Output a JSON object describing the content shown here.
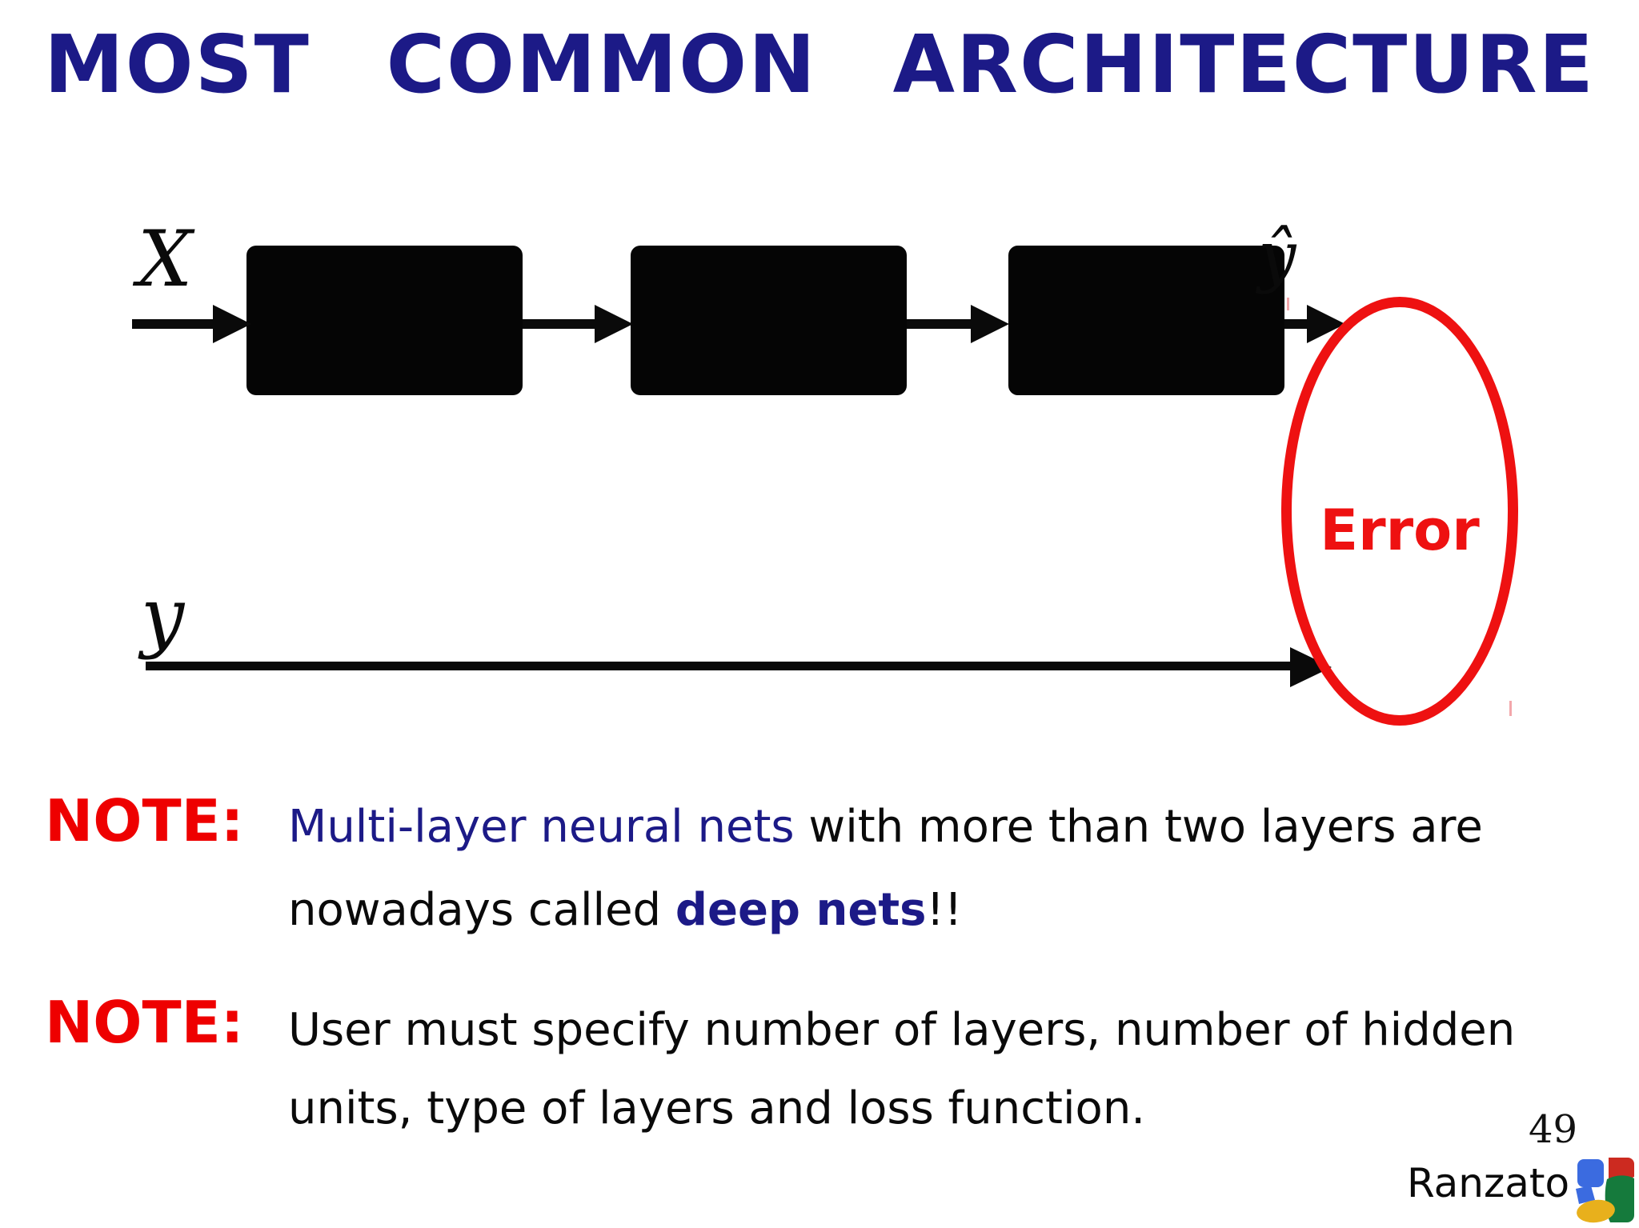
{
  "slide": {
    "title": "MOST COMMON ARCHITECTURE",
    "page_number": "49",
    "author": "Ranzato"
  },
  "diagram": {
    "input_label": "X",
    "prediction_label": "ŷ",
    "target_label": "y",
    "error_label": "Error",
    "num_layer_boxes": 3
  },
  "notes": {
    "first": {
      "label": "NOTE:",
      "line1_highlight": "Multi-layer neural nets",
      "line1_rest": " with more than two layers are",
      "line2_pre": "nowadays called ",
      "line2_highlight": "deep nets",
      "line2_post": "!!"
    },
    "second": {
      "label": "NOTE:",
      "line1": "User must specify number of layers, number of hidden",
      "line2": "units, type of layers and loss function."
    }
  },
  "colors": {
    "title_navy": "#1c1a87",
    "highlight_navy": "#1c1a87",
    "note_red": "#ee0000",
    "error_red": "#ee1111",
    "box_black": "#050505",
    "google_blue": "#3b6be0",
    "google_red": "#cc2a20",
    "google_green": "#157a3c",
    "google_yellow": "#e8b01c"
  },
  "icons": {
    "google_logo": "google-g-logo"
  }
}
